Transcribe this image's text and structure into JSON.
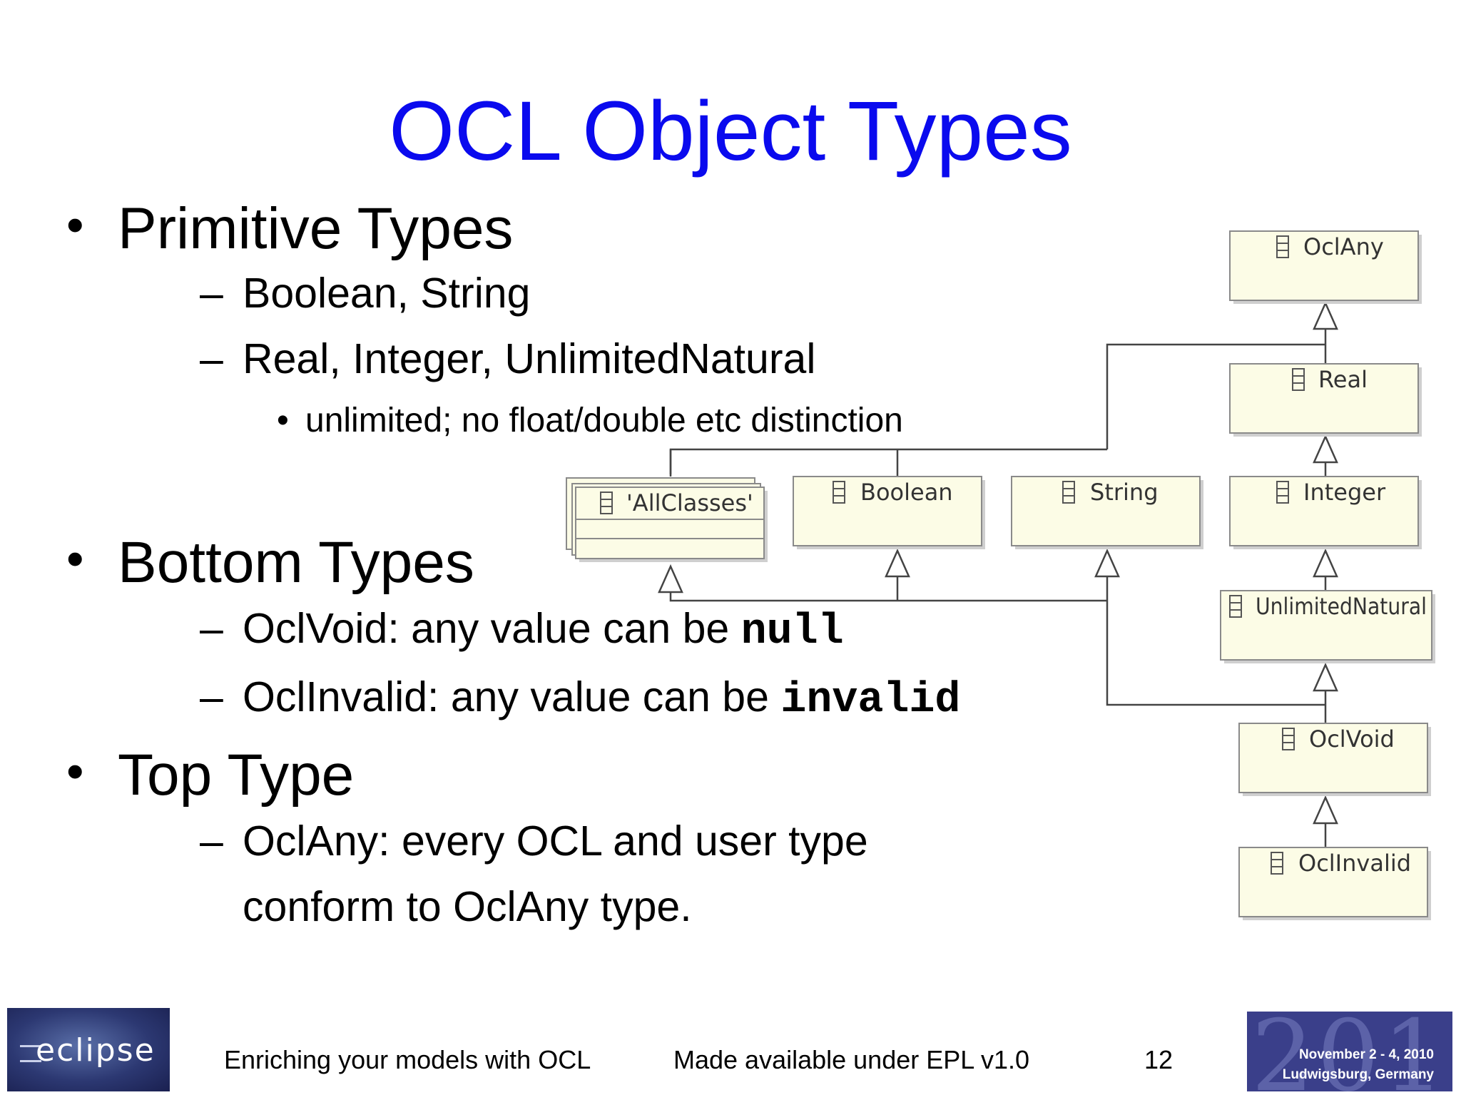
{
  "title": "OCL Object Types",
  "content": {
    "primitive": {
      "heading": "Primitive Types",
      "item1": "Boolean, String",
      "item2": "Real, Integer, UnlimitedNatural",
      "item2_note": "unlimited; no float/double etc distinction"
    },
    "bottom": {
      "heading": "Bottom Types",
      "item1_prefix": "OclVoid: any value can be ",
      "item1_code": "null",
      "item2_prefix": "OclInvalid: any value can be ",
      "item2_code": "invalid"
    },
    "top": {
      "heading": "Top Type",
      "line1": "OclAny: every OCL and user type",
      "line2": "conform to OclAny type."
    },
    "bullet_glyph": "•",
    "dash_glyph": "–"
  },
  "diagram": {
    "classes": {
      "oclany": "OclAny",
      "real": "Real",
      "integer": "Integer",
      "unlimitednatural": "UnlimitedNatural",
      "oclvoid": "OclVoid",
      "oclinvalid": "OclInvalid",
      "allclasses": "'AllClasses'",
      "boolean": "Boolean",
      "string": "String"
    }
  },
  "footer": {
    "left_text": "Enriching your models with OCL",
    "center_text": "Made available under EPL v1.0",
    "page_number": "12",
    "eclipse_logo_text": "eclipse",
    "event_year": "2010",
    "event_dates": "November 2 - 4, 2010",
    "event_location": "Ludwigsburg, Germany"
  }
}
